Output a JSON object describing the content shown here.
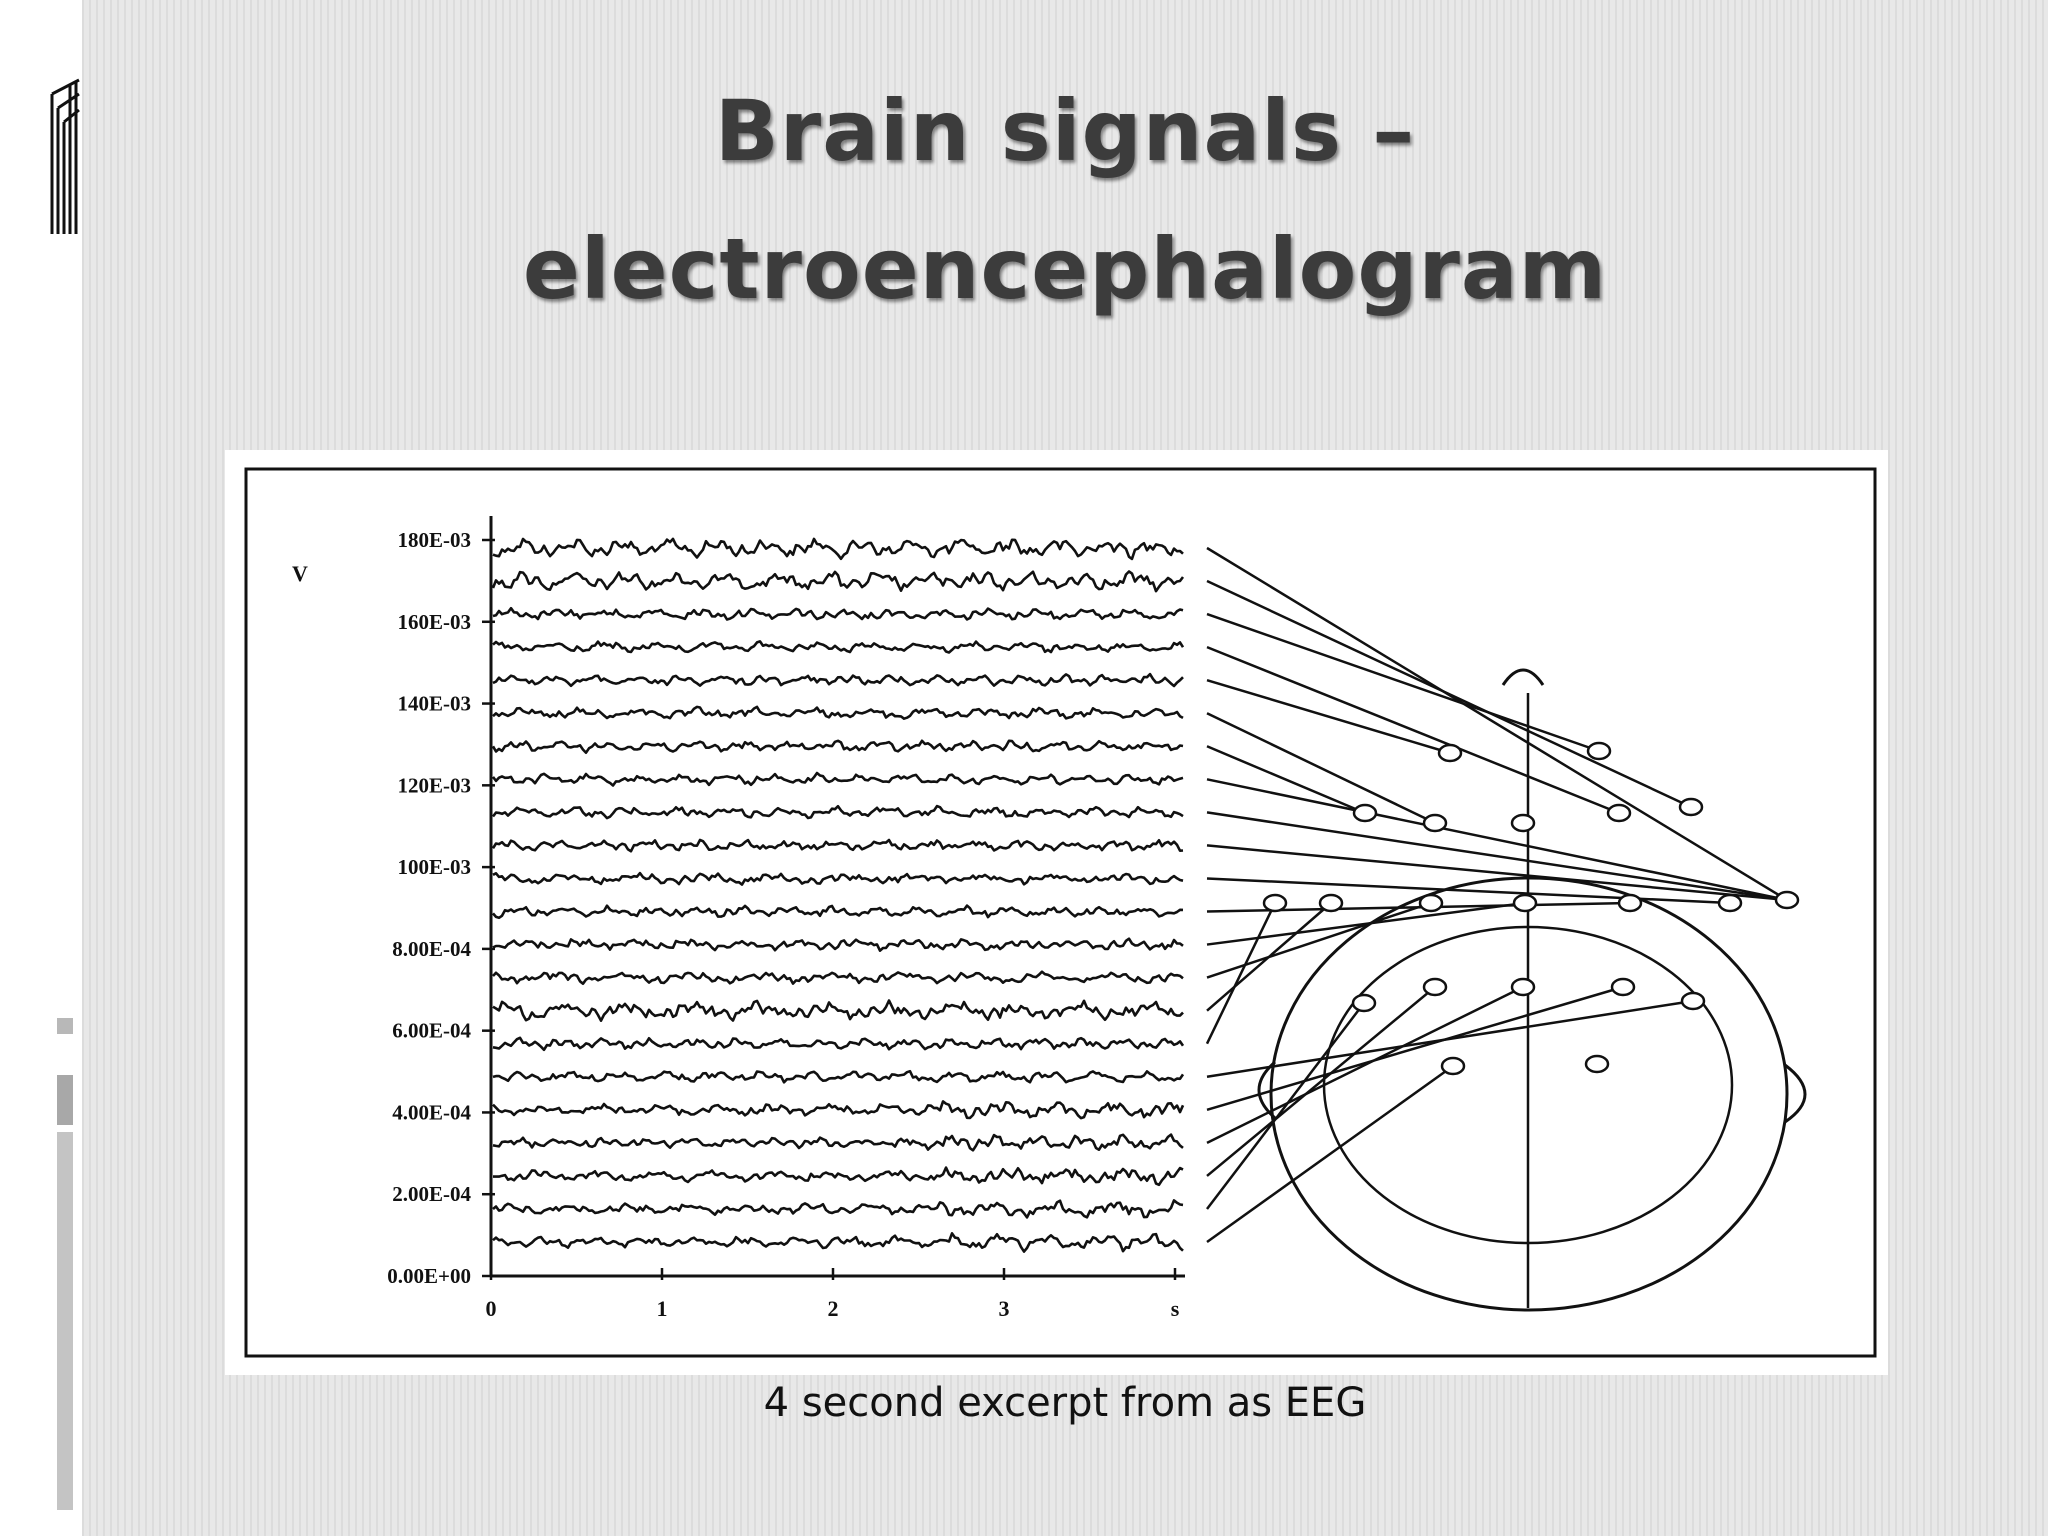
{
  "slide": {
    "title_line1": "Brain signals –",
    "title_line2": "electroencephalogram",
    "caption": "4 second excerpt from as EEG"
  },
  "figure": {
    "y_unit": "V",
    "y_ticks": [
      "180E-03",
      "160E-03",
      "140E-03",
      "120E-03",
      "100E-03",
      "8.00E-04",
      "6.00E-04",
      "4.00E-04",
      "2.00E-04",
      "0.00E+00"
    ],
    "x_ticks": [
      "0",
      "1",
      "2",
      "3",
      "s"
    ],
    "channel_count": 22,
    "duration_seconds": 4
  },
  "colors": {
    "ink": "#111111",
    "title": "#3c3c3c",
    "background": "#e4e4e4"
  }
}
